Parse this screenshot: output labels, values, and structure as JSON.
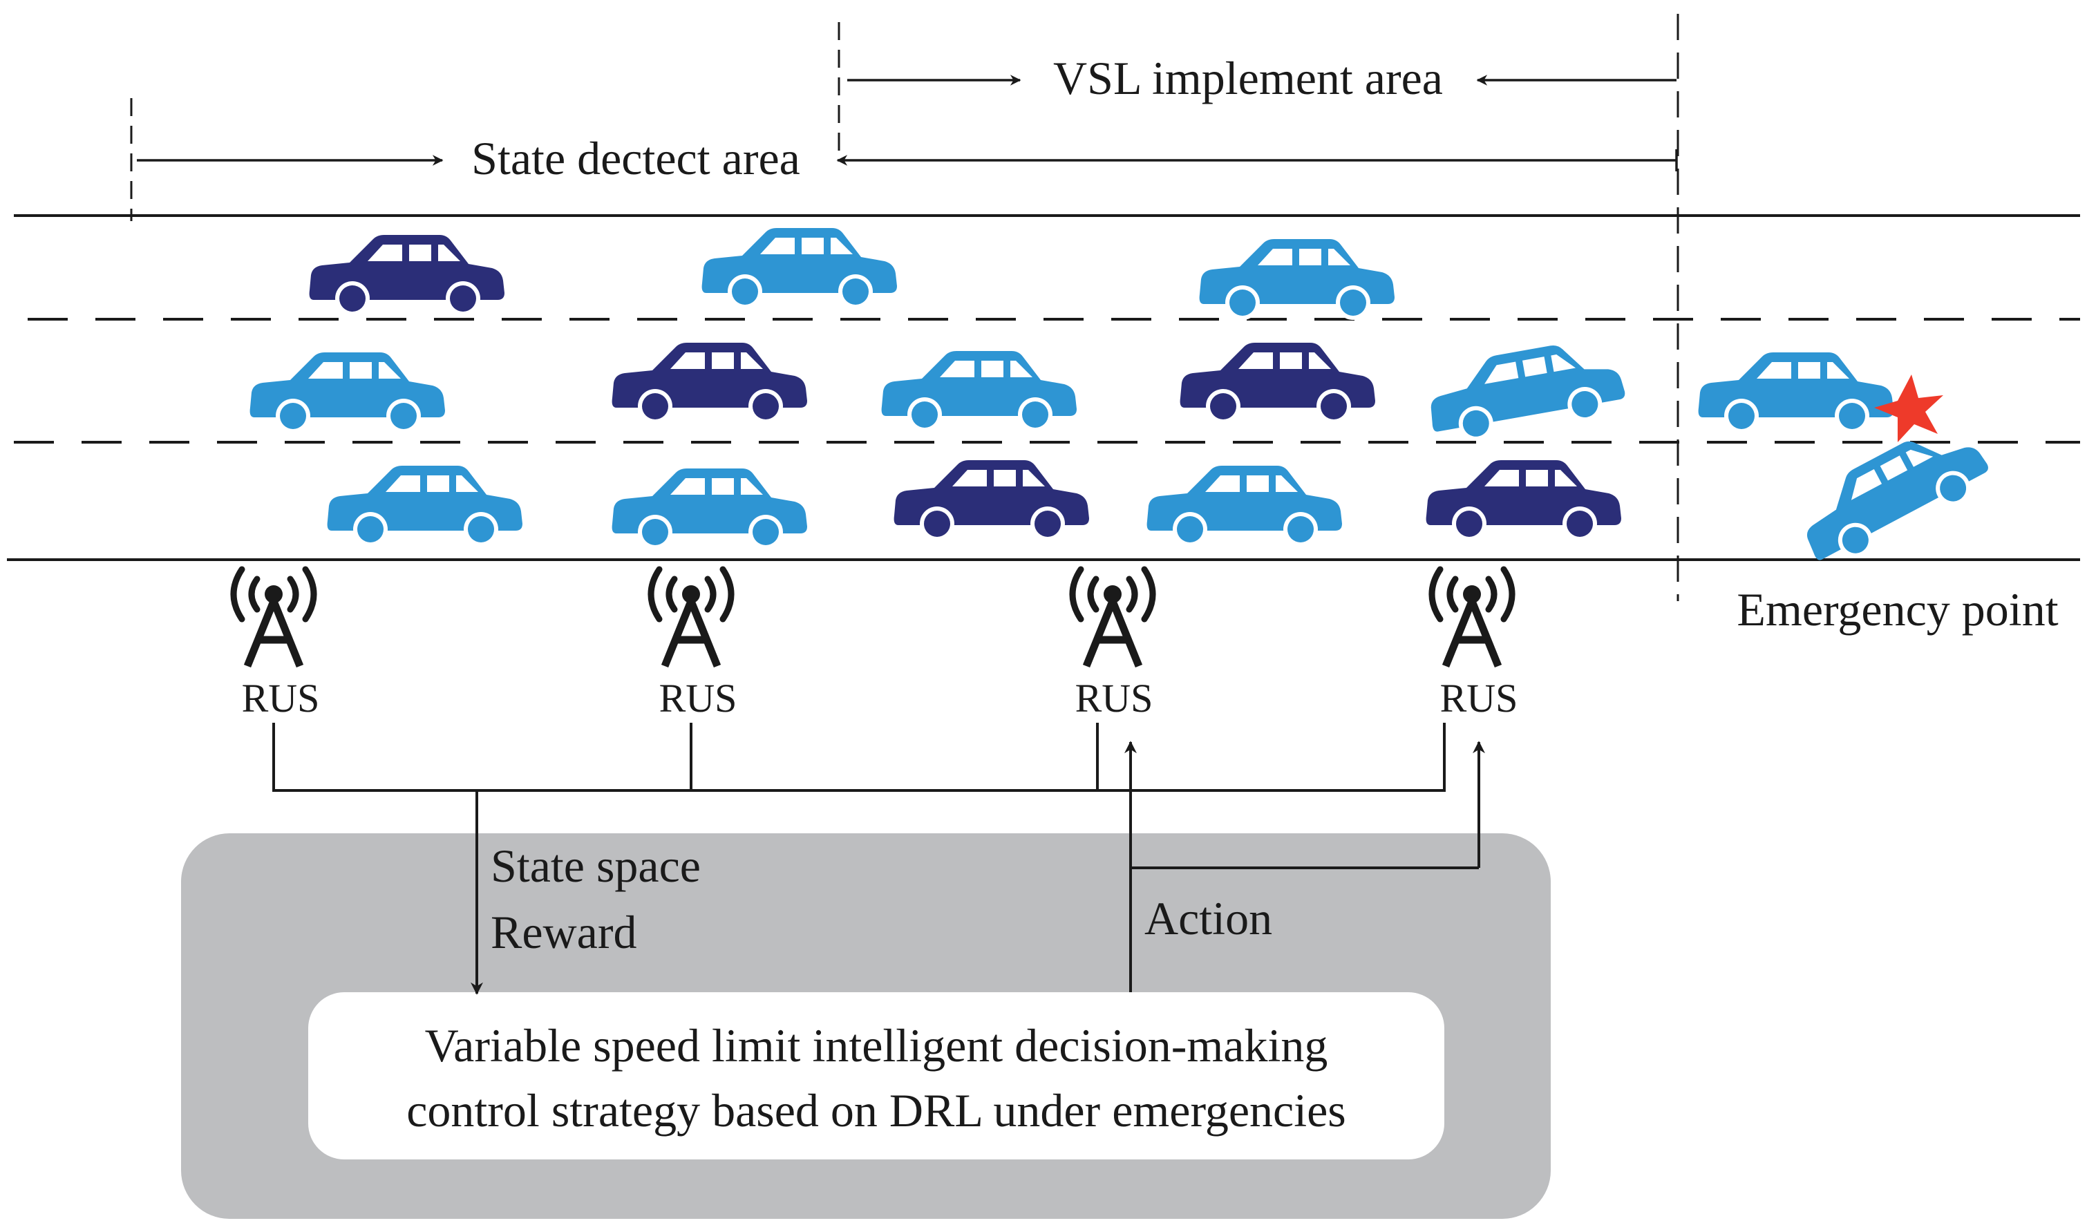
{
  "labels": {
    "vsl_area": "VSL implement area",
    "state_area": "State dectect area",
    "emergency": "Emergency point",
    "rus": "RUS",
    "state_space": "State space",
    "reward": "Reward",
    "action": "Action",
    "decision_line1": "Variable speed limit intelligent decision-making",
    "decision_line2": "control strategy based on DRL under emergencies"
  },
  "colors": {
    "car_light": "#2E95D3",
    "car_dark": "#2B2E78",
    "crash_star": "#EE3A2A",
    "panel_gray": "#BDBEC0",
    "line": "#1a1a1a"
  },
  "icons": {
    "antenna": "antenna-tower-icon",
    "car": "car-icon",
    "crash": "crash-star-icon"
  }
}
